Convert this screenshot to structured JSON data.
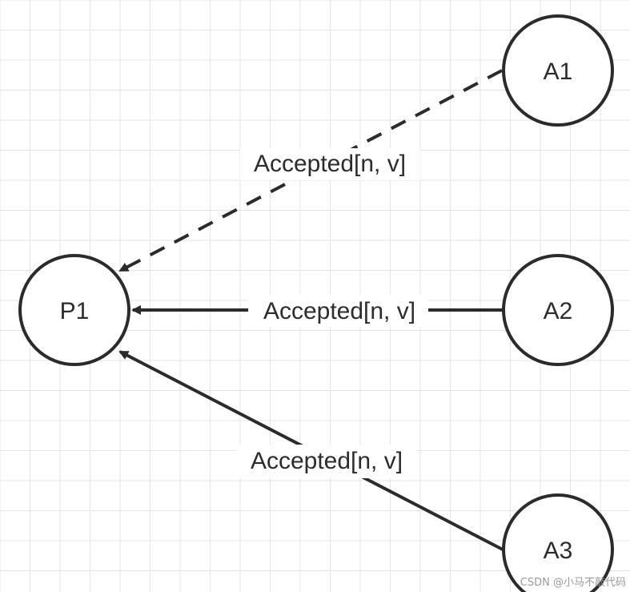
{
  "diagram": {
    "nodes": [
      {
        "id": "P1",
        "label": "P1"
      },
      {
        "id": "A1",
        "label": "A1"
      },
      {
        "id": "A2",
        "label": "A2"
      },
      {
        "id": "A3",
        "label": "A3"
      }
    ],
    "edges": [
      {
        "from": "A1",
        "to": "P1",
        "label": "Accepted[n, v]",
        "style": "dashed"
      },
      {
        "from": "A2",
        "to": "P1",
        "label": "Accepted[n, v]",
        "style": "solid"
      },
      {
        "from": "A3",
        "to": "P1",
        "label": "Accepted[n, v]",
        "style": "solid"
      }
    ]
  },
  "watermark": "CSDN @小马不敲代码",
  "colors": {
    "stroke": "#2b2b2b",
    "grid": "#e4e4e4",
    "background": "#ffffff"
  }
}
